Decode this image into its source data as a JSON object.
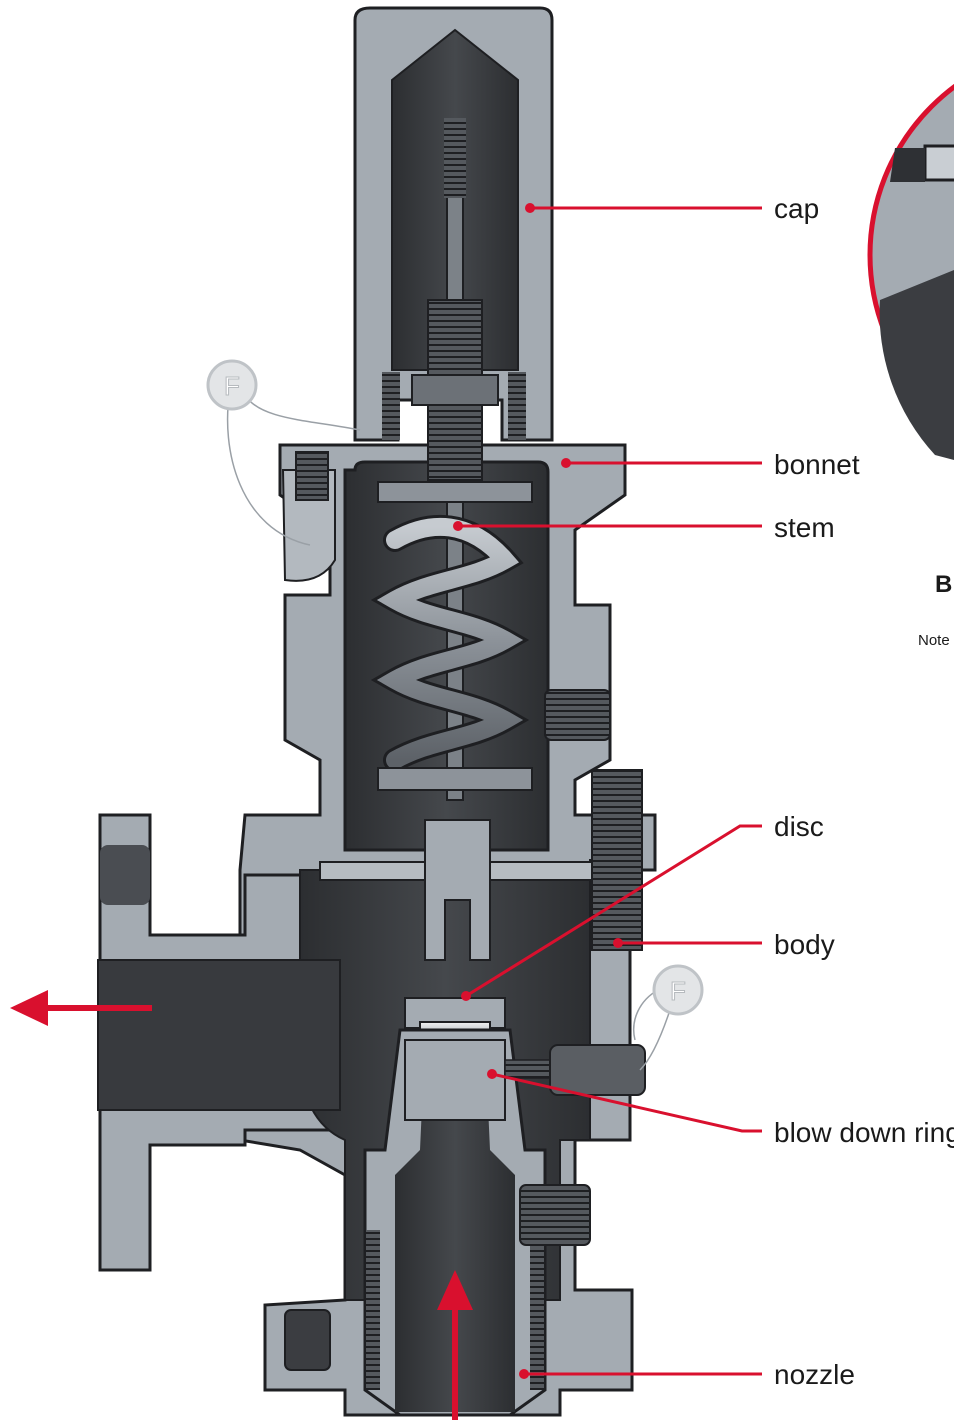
{
  "colors": {
    "body_gray": "#a4abb2",
    "body_dark_gray": "#8c939a",
    "cavity_dark": "#3b3d41",
    "spring_gray": "#9fa6ad",
    "outline": "#1e1f22",
    "accent_red": "#d9102e",
    "label_text": "#1a1a1a",
    "seal_fill": "#e3e5e7"
  },
  "labels": {
    "cap": "cap",
    "bonnet": "bonnet",
    "stem": "stem",
    "disc": "disc",
    "body": "body",
    "blow_down_ring": "blow down ring",
    "nozzle": "nozzle"
  },
  "side_panel": {
    "heading_fragment": "B",
    "note_fragment": "Note"
  },
  "seals": {
    "seal_letter": "F"
  },
  "flow": {
    "inlet_arrow_icon": "arrow-up-icon",
    "outlet_arrow_icon": "arrow-left-icon"
  }
}
